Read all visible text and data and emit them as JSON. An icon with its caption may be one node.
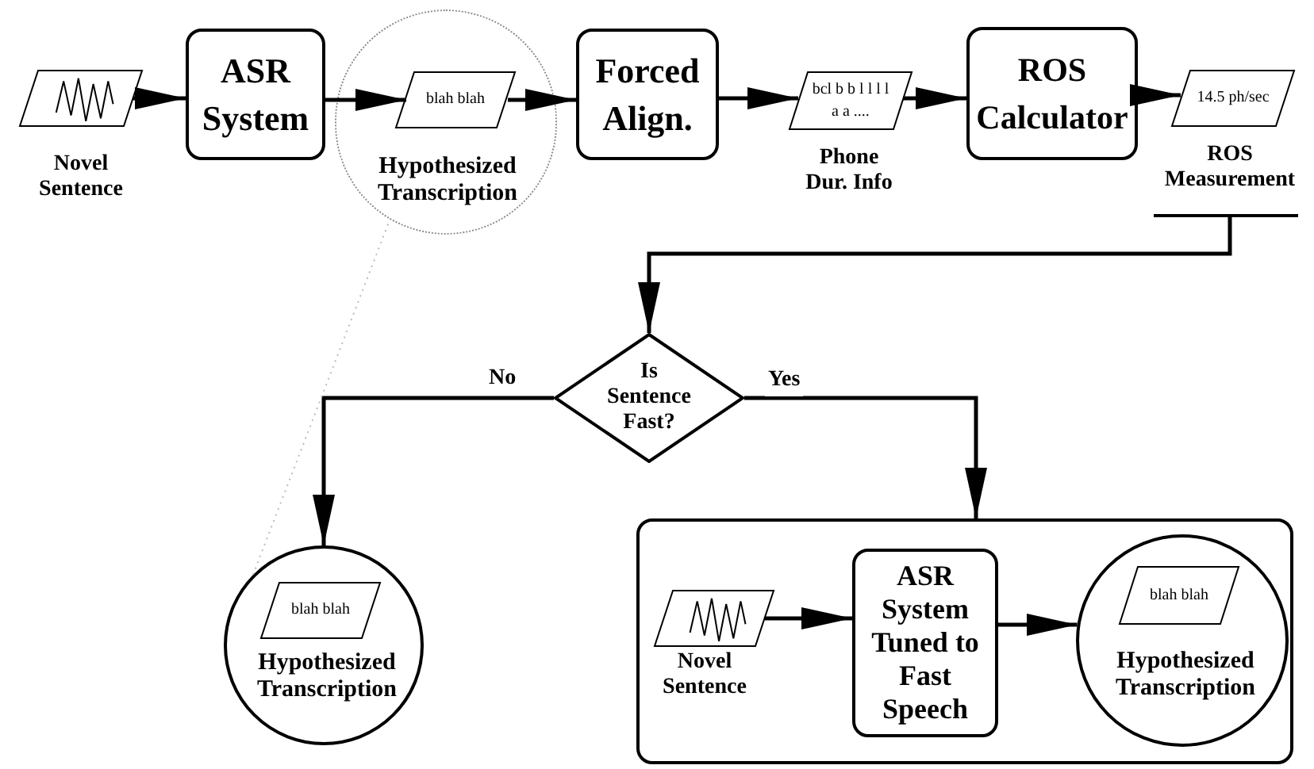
{
  "diagram": {
    "nodes": [
      {
        "text": [],
        "shape": "parallelogram",
        "beside": [
          "Novel Sentence"
        ]
      },
      {
        "text": [
          "ASR System"
        ]
      },
      {
        "text": [
          "Hypothesized Transcription"
        ]
      },
      {
        "text": [
          "blah blah"
        ],
        "in": 2
      },
      {
        "text": [
          "Forced Align."
        ]
      },
      {
        "text": [
          "bcl b b l l l l a a ...."
        ],
        "beside": [
          "Phone Dur. Info"
        ]
      },
      {
        "text": [
          "ROS Calculator"
        ]
      },
      {
        "text": [
          "14.5 ph/sec"
        ],
        "beside": [
          "ROS Measurement"
        ]
      },
      {
        "text": [
          "Is Sentence Fast?"
        ]
      },
      {
        "text": [
          "Hypothesized Transcription"
        ]
      },
      {
        "text": [
          "blah blah"
        ],
        "in": 9
      },
      {
        "text": [],
        "shape": "box"
      },
      {
        "text": [],
        "shape": "parallelogram",
        "beside": [
          "Novel Sentence"
        ],
        "in": 11
      },
      {
        "text": [
          "ASR System Tuned to Fast Speech"
        ],
        "in": 11
      },
      {
        "text": [
          "Hypothesized Transcription"
        ],
        "in": 11
      },
      {
        "text": [
          "blah blah"
        ],
        "in": 14
      }
    ],
    "edges": [
      {
        "from": 0,
        "to": 1,
        "arrow": "to"
      },
      {
        "from": 1,
        "to": 3,
        "arrow": "to"
      },
      {
        "from": 3,
        "to": 4,
        "arrow": "to"
      },
      {
        "from": 4,
        "to": 5,
        "arrow": "to"
      },
      {
        "from": 5,
        "to": 6,
        "arrow": "to"
      },
      {
        "from": 6,
        "to": 7,
        "arrow": "to"
      },
      {
        "from": 7,
        "to": 8,
        "arrow": "to"
      },
      {
        "from": 8,
        "to": 9,
        "label": "No",
        "arrow": "to"
      },
      {
        "from": 8,
        "to": 11,
        "label": "Yes",
        "arrow": "to"
      },
      {
        "from": 12,
        "to": 13,
        "arrow": "to"
      },
      {
        "from": 13,
        "to": 14,
        "arrow": "to"
      },
      {
        "from": 2,
        "to": 9,
        "arrow": "none",
        "style": "dashed",
        "color": "#bbbbbb"
      }
    ]
  }
}
